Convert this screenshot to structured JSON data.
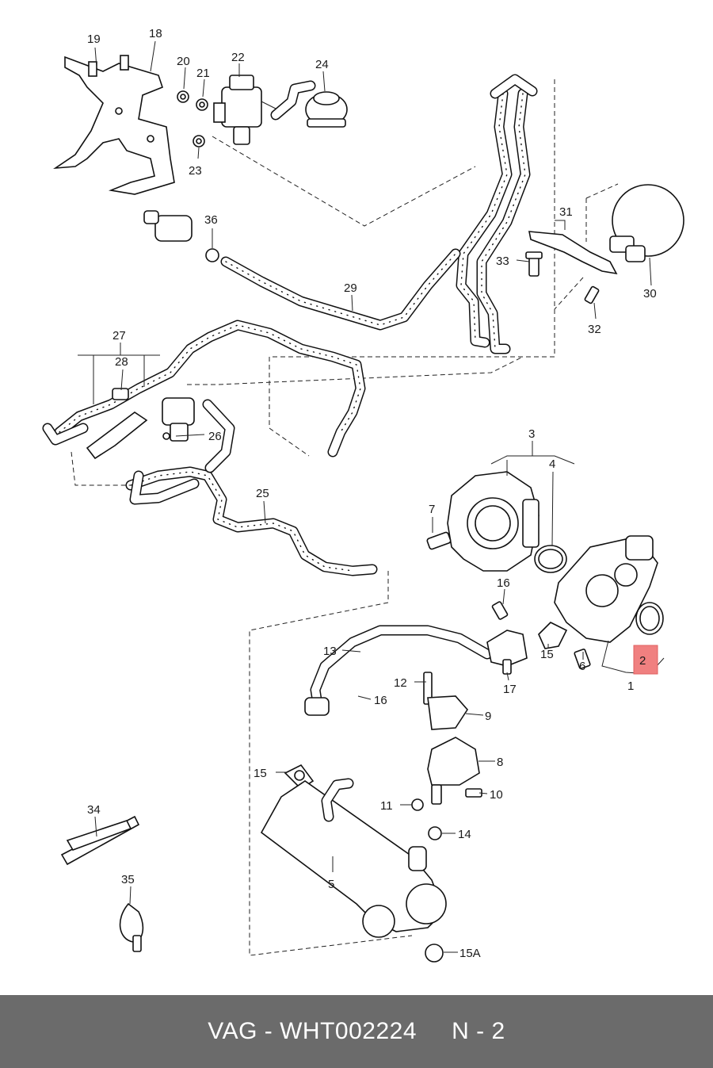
{
  "footer": {
    "brand": "VAG",
    "part_number": "WHT002224",
    "position": "N - 2",
    "text": "VAG - WHT002224     N - 2"
  },
  "highlight": {
    "label": "2",
    "color": "#f08080"
  },
  "callouts": [
    "19",
    "18",
    "20",
    "21",
    "22",
    "24",
    "23",
    "36",
    "31",
    "33",
    "30",
    "32",
    "29",
    "27",
    "28",
    "26",
    "25",
    "3",
    "4",
    "7",
    "16",
    "13",
    "15",
    "6",
    "1",
    "12",
    "17",
    "9",
    "8",
    "10",
    "11",
    "14",
    "34",
    "5",
    "35",
    "15A"
  ],
  "colors": {
    "footer_bg": "#6b6b6b",
    "footer_text": "#ffffff",
    "line": "#111111"
  }
}
